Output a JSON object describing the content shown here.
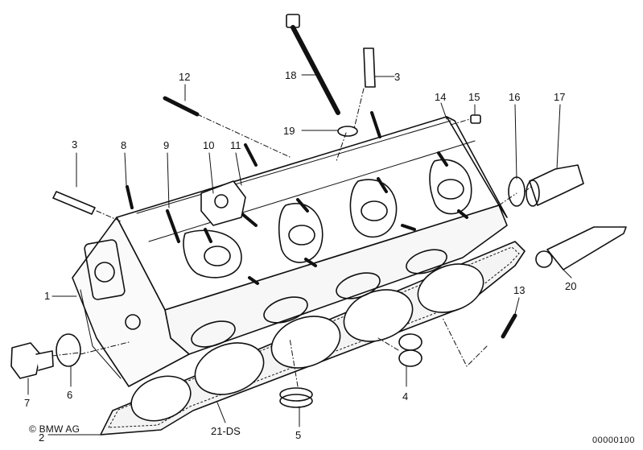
{
  "callouts": {
    "c1": "1",
    "c2": "2",
    "c3a": "3",
    "c3b": "3",
    "c4": "4",
    "c5": "5",
    "c6": "6",
    "c7": "7",
    "c8": "8",
    "c9": "9",
    "c10": "10",
    "c11": "11",
    "c12": "12",
    "c13": "13",
    "c14": "14",
    "c15": "15",
    "c16": "16",
    "c17": "17",
    "c18": "18",
    "c19": "19",
    "c20": "20",
    "c21": "21-DS"
  },
  "footer": {
    "copyright": "© BMW AG",
    "doc_number": "00000100"
  }
}
